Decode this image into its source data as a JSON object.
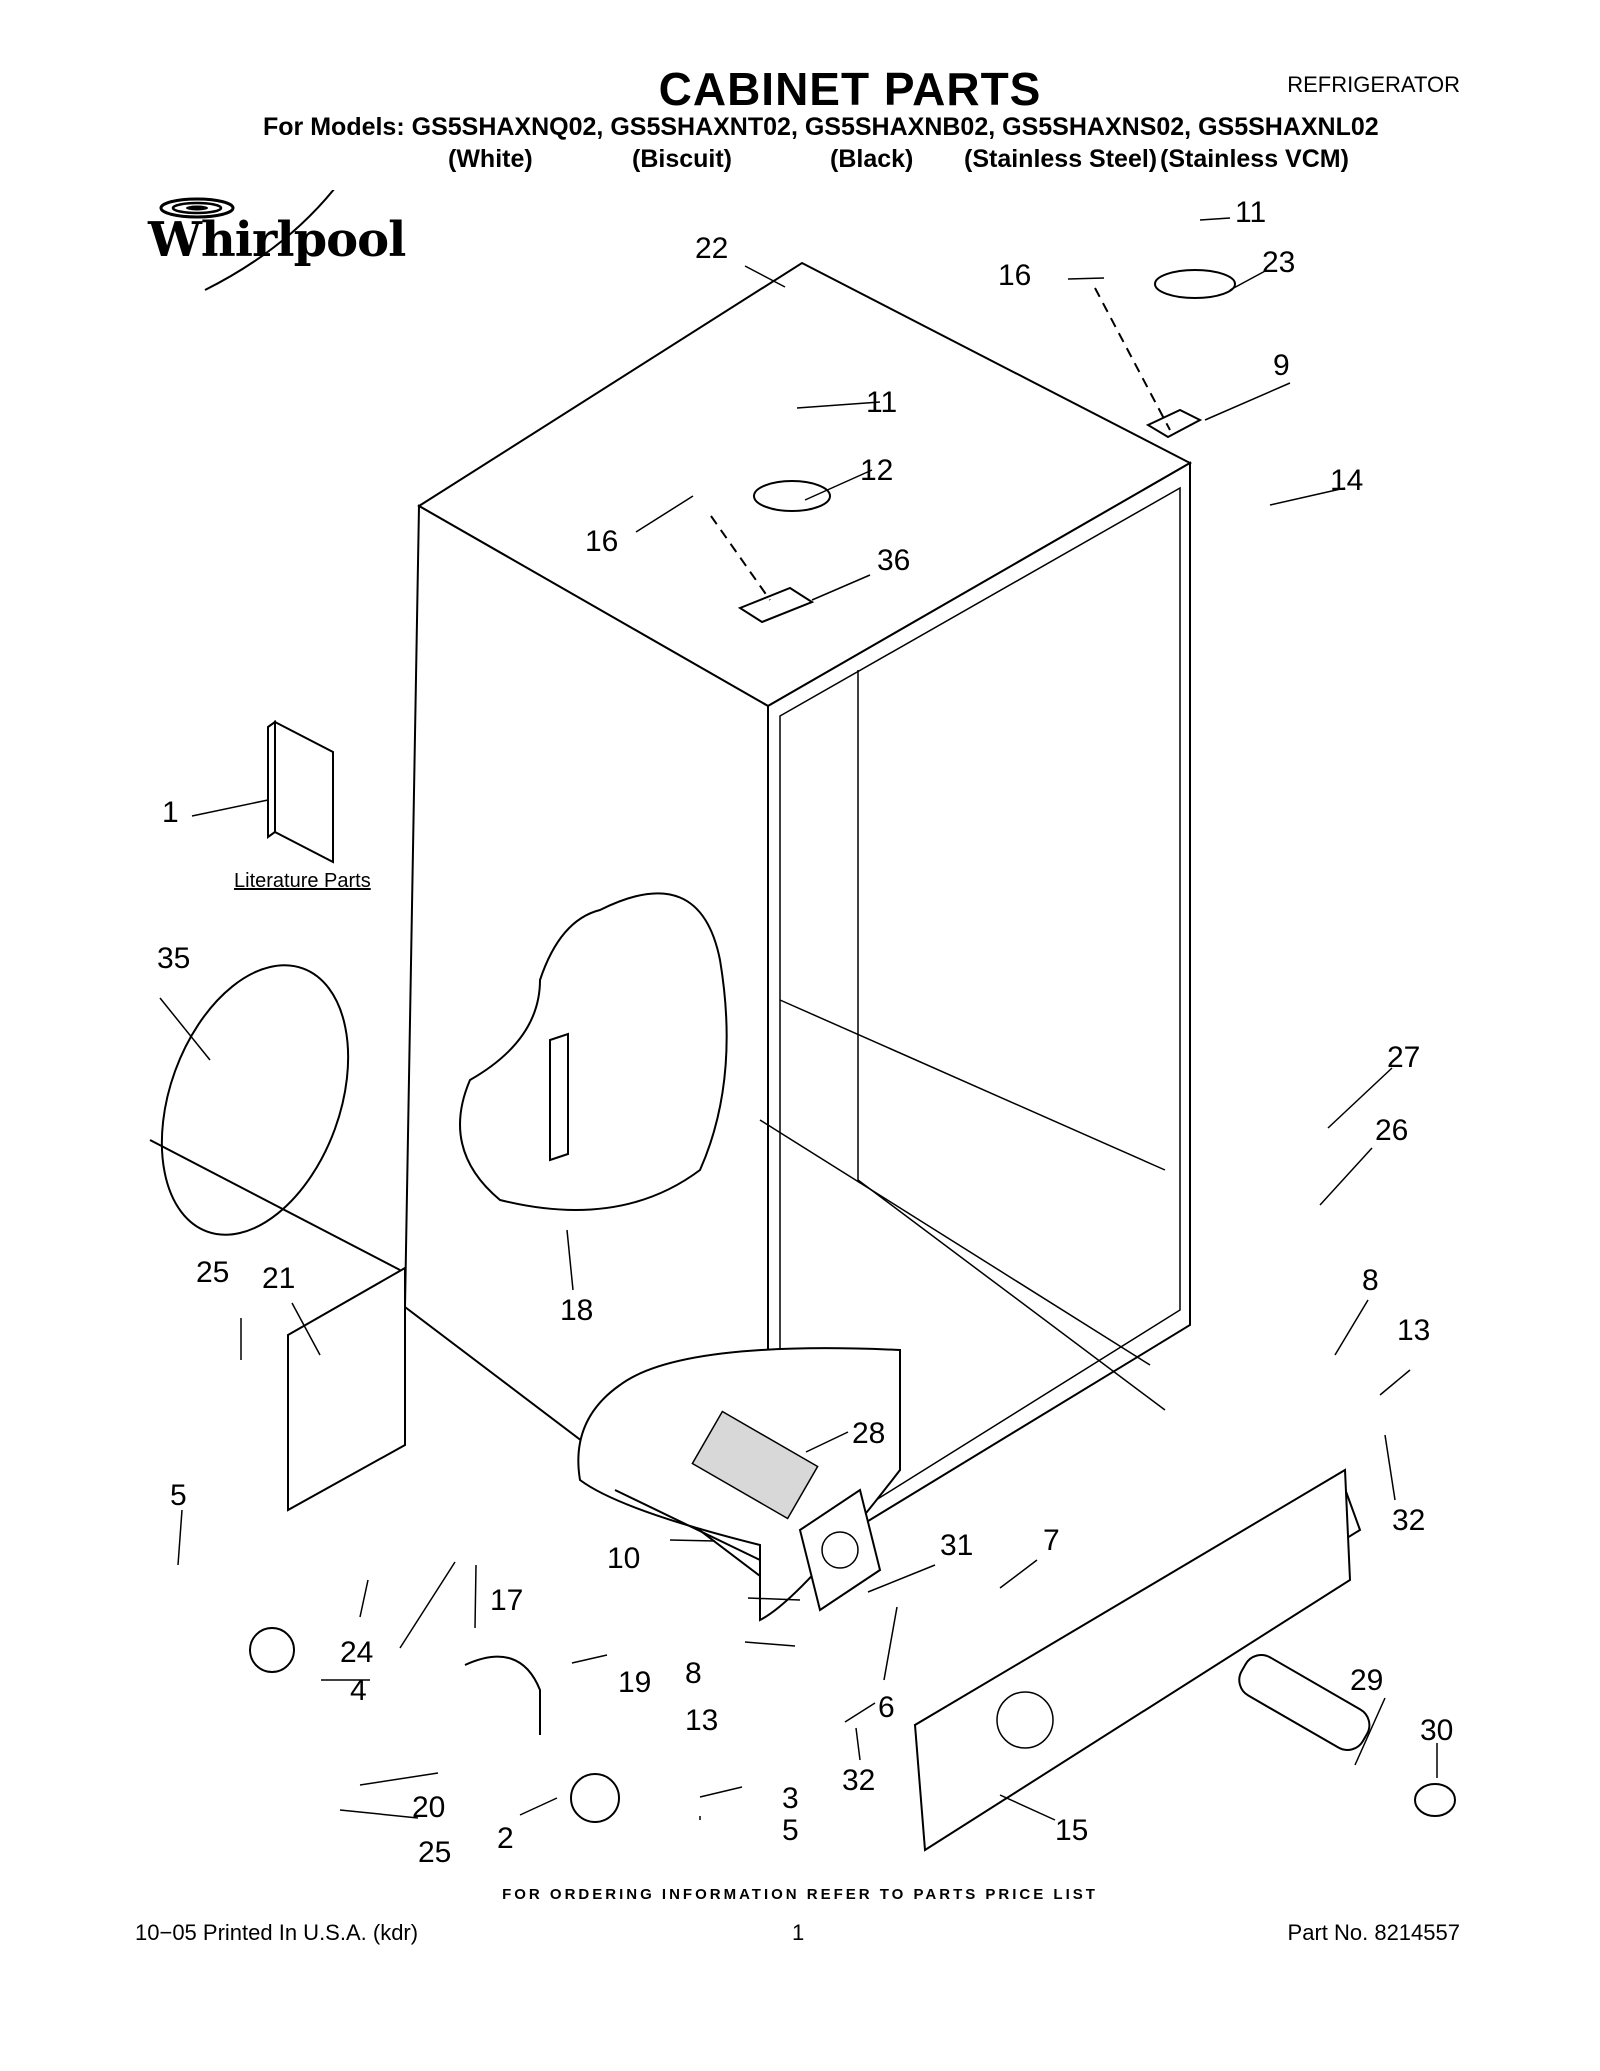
{
  "header": {
    "title": "CABINET PARTS",
    "category": "REFRIGERATOR",
    "models_prefix": "For Models:",
    "models": [
      "GS5SHAXNQ02,",
      "GS5SHAXNT02,",
      "GS5SHAXNB02,",
      "GS5SHAXNS02,",
      "GS5SHAXNL02"
    ],
    "colors": [
      "(White)",
      "(Biscuit)",
      "(Black)",
      "(Stainless Steel)",
      "(Stainless VCM)"
    ]
  },
  "logo": {
    "brand": "Whirlpool"
  },
  "diagram": {
    "literature_label": "Literature Parts",
    "callouts": [
      {
        "id": "c-1",
        "label": "1"
      },
      {
        "id": "c-2",
        "label": "2"
      },
      {
        "id": "c-3",
        "label": "3"
      },
      {
        "id": "c-4",
        "label": "4"
      },
      {
        "id": "c-5a",
        "label": "5"
      },
      {
        "id": "c-5b",
        "label": "5"
      },
      {
        "id": "c-6",
        "label": "6"
      },
      {
        "id": "c-7",
        "label": "7"
      },
      {
        "id": "c-8a",
        "label": "8"
      },
      {
        "id": "c-8b",
        "label": "8"
      },
      {
        "id": "c-9",
        "label": "9"
      },
      {
        "id": "c-10",
        "label": "10"
      },
      {
        "id": "c-11a",
        "label": "11"
      },
      {
        "id": "c-11b",
        "label": "11"
      },
      {
        "id": "c-12",
        "label": "12"
      },
      {
        "id": "c-13a",
        "label": "13"
      },
      {
        "id": "c-13b",
        "label": "13"
      },
      {
        "id": "c-14",
        "label": "14"
      },
      {
        "id": "c-15",
        "label": "15"
      },
      {
        "id": "c-16a",
        "label": "16"
      },
      {
        "id": "c-16b",
        "label": "16"
      },
      {
        "id": "c-17",
        "label": "17"
      },
      {
        "id": "c-18",
        "label": "18"
      },
      {
        "id": "c-19",
        "label": "19"
      },
      {
        "id": "c-20",
        "label": "20"
      },
      {
        "id": "c-21",
        "label": "21"
      },
      {
        "id": "c-22",
        "label": "22"
      },
      {
        "id": "c-23",
        "label": "23"
      },
      {
        "id": "c-24",
        "label": "24"
      },
      {
        "id": "c-25a",
        "label": "25"
      },
      {
        "id": "c-25b",
        "label": "25"
      },
      {
        "id": "c-26",
        "label": "26"
      },
      {
        "id": "c-27",
        "label": "27"
      },
      {
        "id": "c-28",
        "label": "28"
      },
      {
        "id": "c-29",
        "label": "29"
      },
      {
        "id": "c-30",
        "label": "30"
      },
      {
        "id": "c-31",
        "label": "31"
      },
      {
        "id": "c-32a",
        "label": "32"
      },
      {
        "id": "c-32b",
        "label": "32"
      },
      {
        "id": "c-35",
        "label": "35"
      },
      {
        "id": "c-36",
        "label": "36"
      }
    ]
  },
  "footer": {
    "order_note": "FOR ORDERING INFORMATION REFER TO PARTS PRICE LIST",
    "printed": "10−05 Printed In U.S.A. (kdr)",
    "page_number": "1",
    "part_number": "Part No. 8214557"
  }
}
